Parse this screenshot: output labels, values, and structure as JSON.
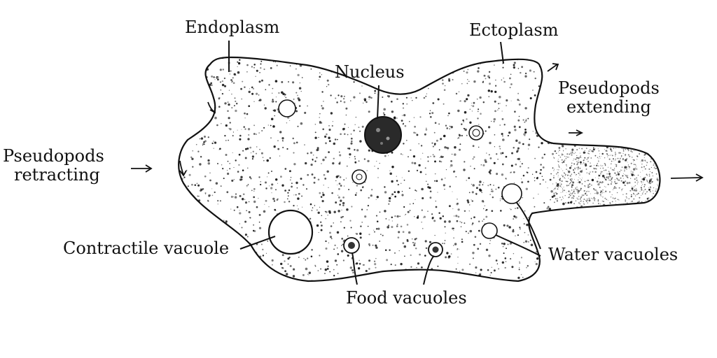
{
  "labels": {
    "endoplasm": "Endoplasm",
    "ectoplasm": "Ectoplasm",
    "nucleus": "Nucleus",
    "pseudopods_extending_line1": "Pseudopods",
    "pseudopods_extending_line2": "extending",
    "pseudopods_retracting_line1": "Pseudopods",
    "pseudopods_retracting_line2": "retracting",
    "contractile_vacuole": "Contractile vacuole",
    "water_vacuoles": "Water vacuoles",
    "food_vacuoles": "Food vacuoles"
  },
  "colors": {
    "ink": "#111111",
    "background": "#ffffff"
  }
}
